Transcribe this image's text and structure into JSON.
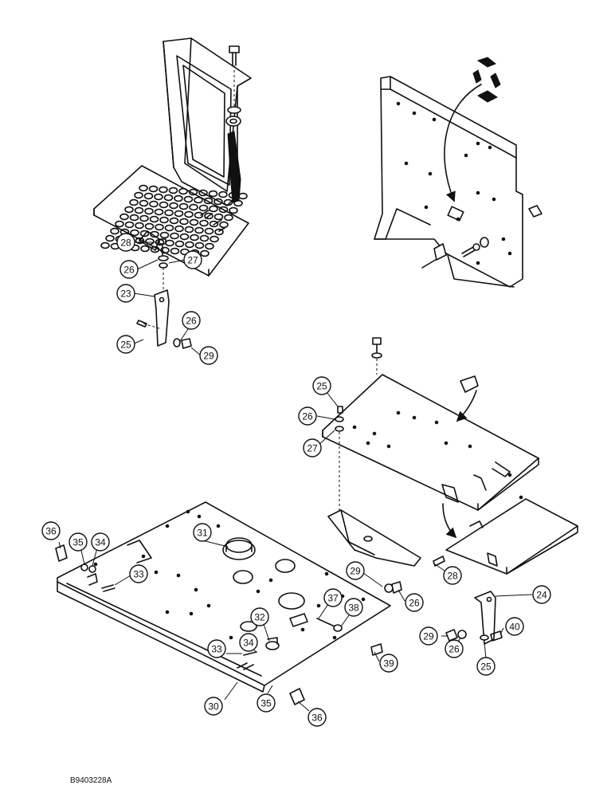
{
  "figure_code": "B9403228A",
  "callouts": [
    "23",
    "24",
    "25",
    "26",
    "27",
    "28",
    "29",
    "30",
    "31",
    "32",
    "33",
    "34",
    "35",
    "36",
    "37",
    "38",
    "39",
    "40"
  ]
}
